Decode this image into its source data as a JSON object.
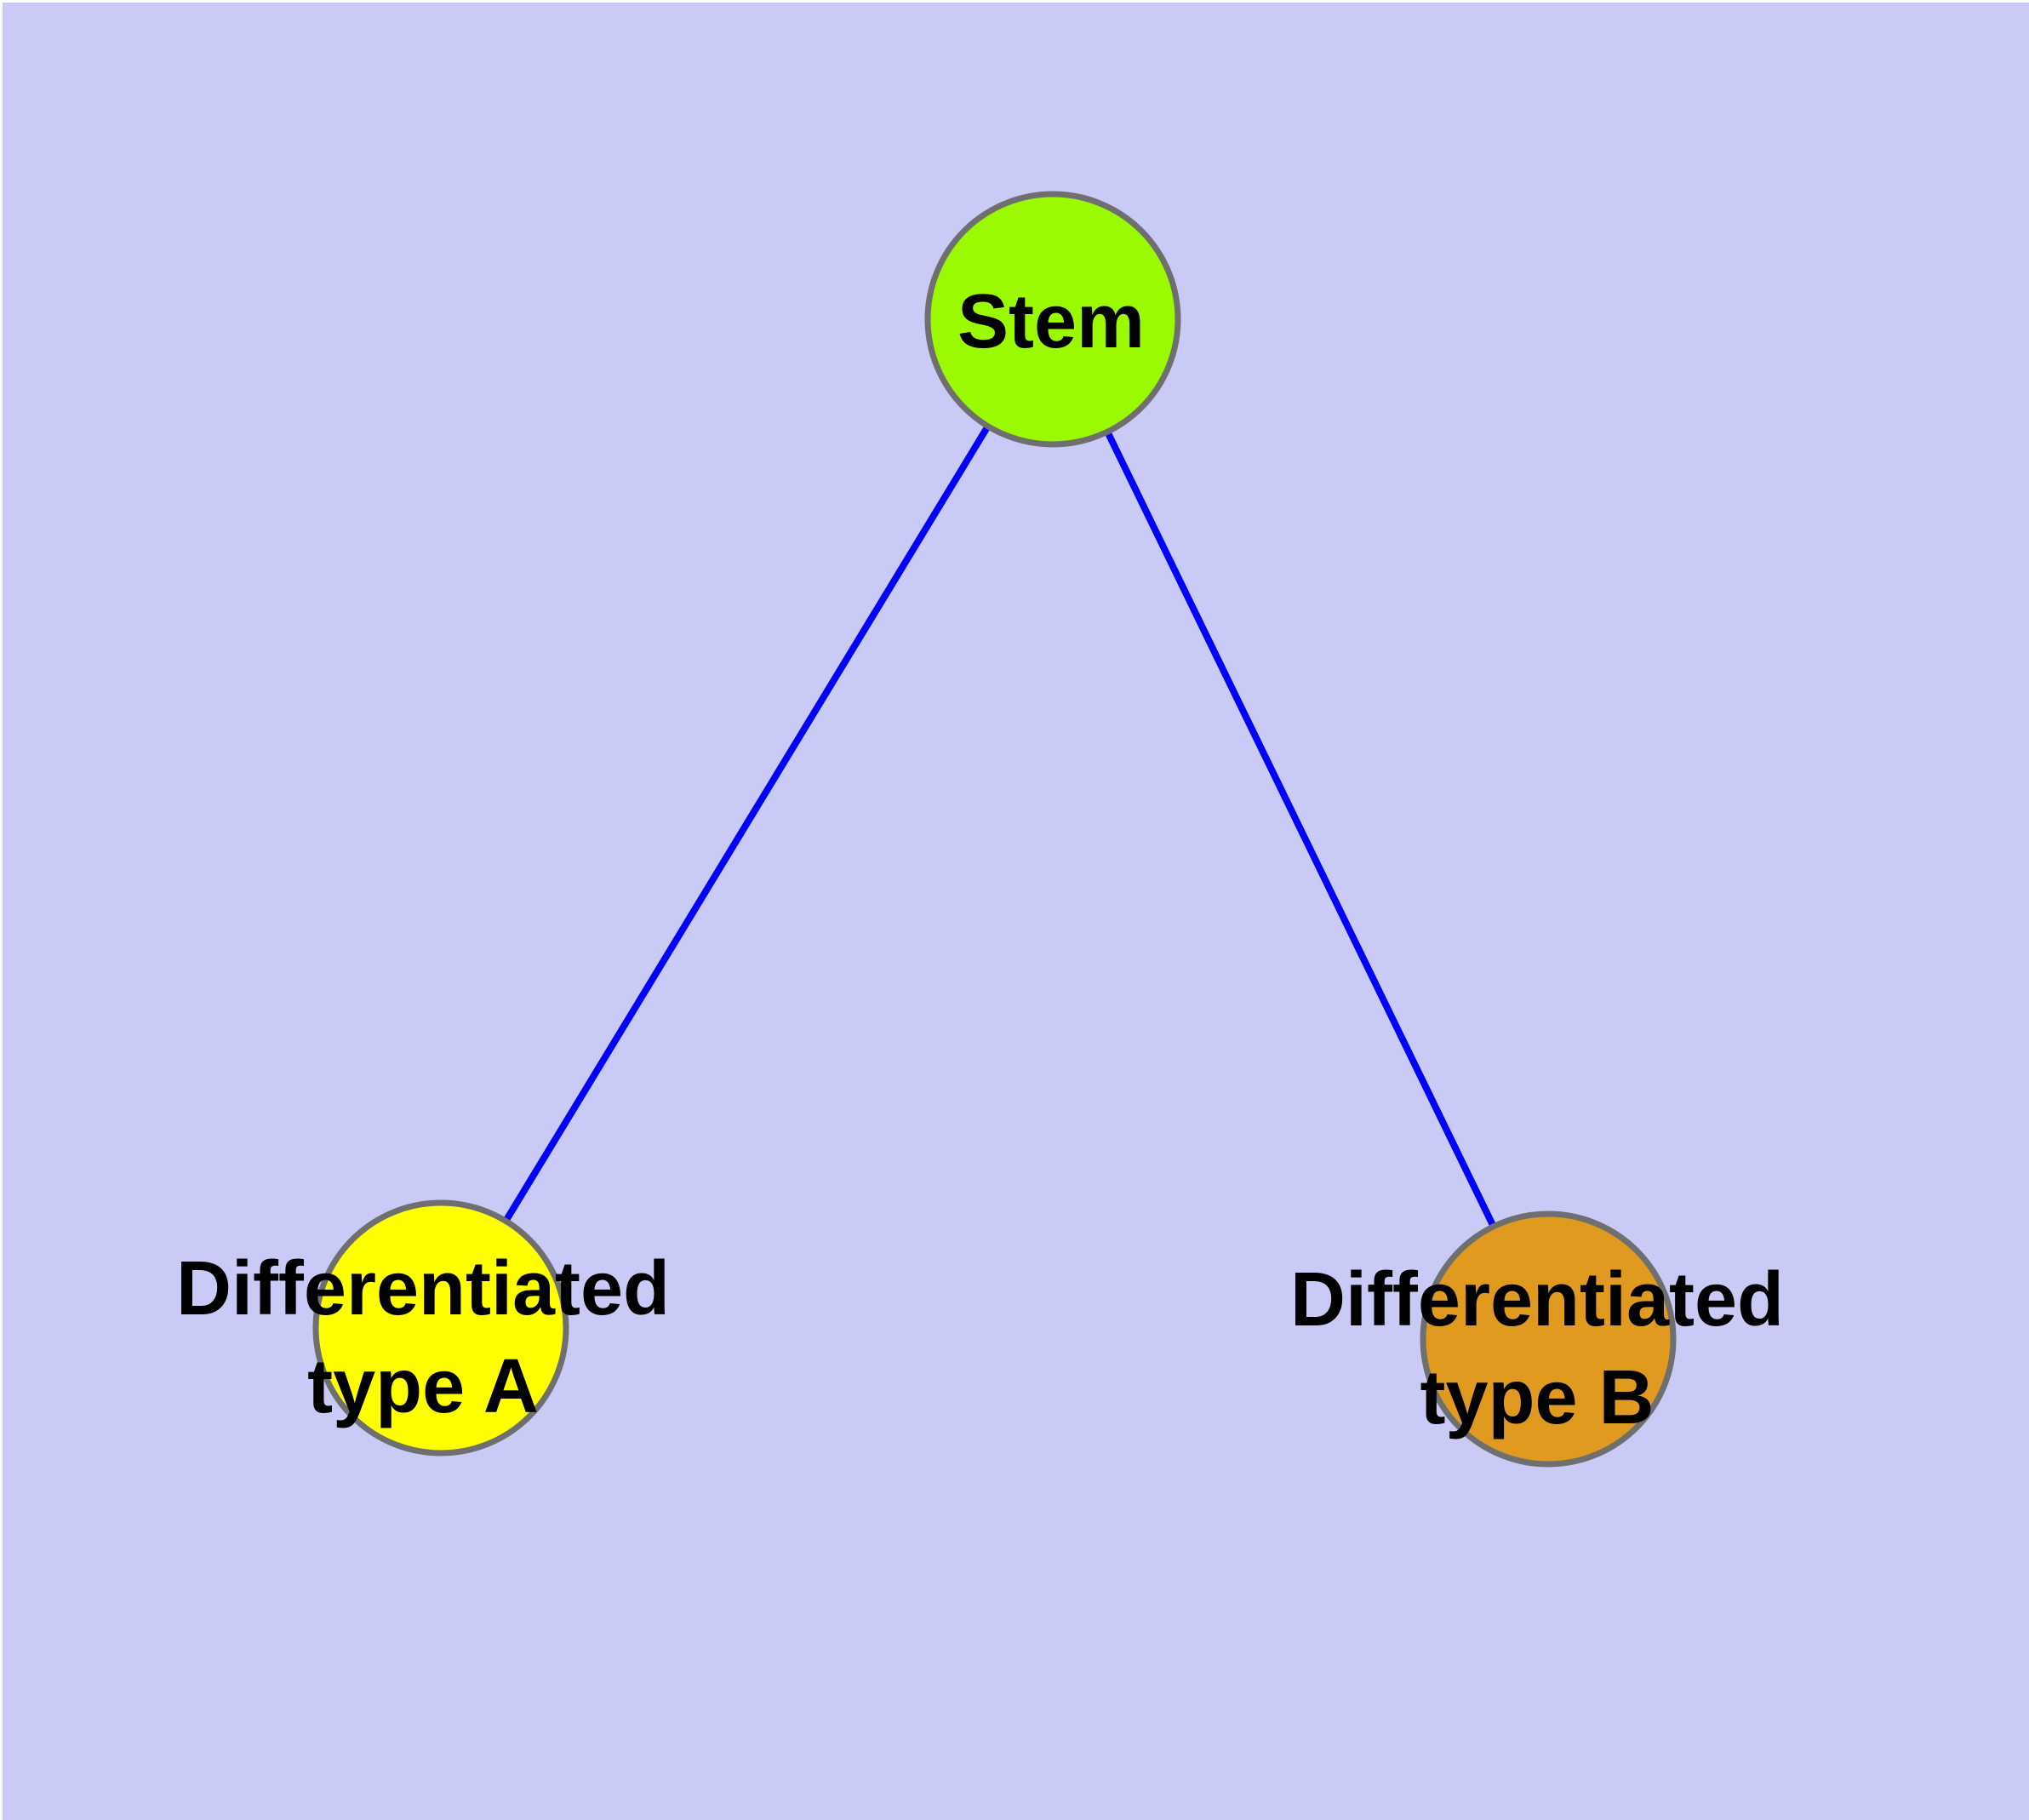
{
  "diagram": {
    "description": "Cell differentiation graph: a stem node connected to two differentiated cell type nodes",
    "background_color": "#CACAF7",
    "frame_color": "#FFFFFF",
    "edge_color": "#0202FB",
    "node_border_color": "#6F6F6F",
    "label_color": "#000000",
    "nodes": [
      {
        "id": "stem",
        "label": "Stem",
        "label_line1": "Stem",
        "label_line2": "",
        "fill_color": "#9BFA00"
      },
      {
        "id": "type-a",
        "label": "Differentiated type A",
        "label_line1": "Differentiated",
        "label_line2": "type A",
        "fill_color": "#FFFF00"
      },
      {
        "id": "type-b",
        "label": "Differentiated type B",
        "label_line1": "Differentiated",
        "label_line2": "type B",
        "fill_color": "#E09A20"
      }
    ],
    "edges": [
      {
        "from": "Stem",
        "to": "Differentiated type A"
      },
      {
        "from": "Stem",
        "to": "Differentiated type B"
      }
    ]
  }
}
